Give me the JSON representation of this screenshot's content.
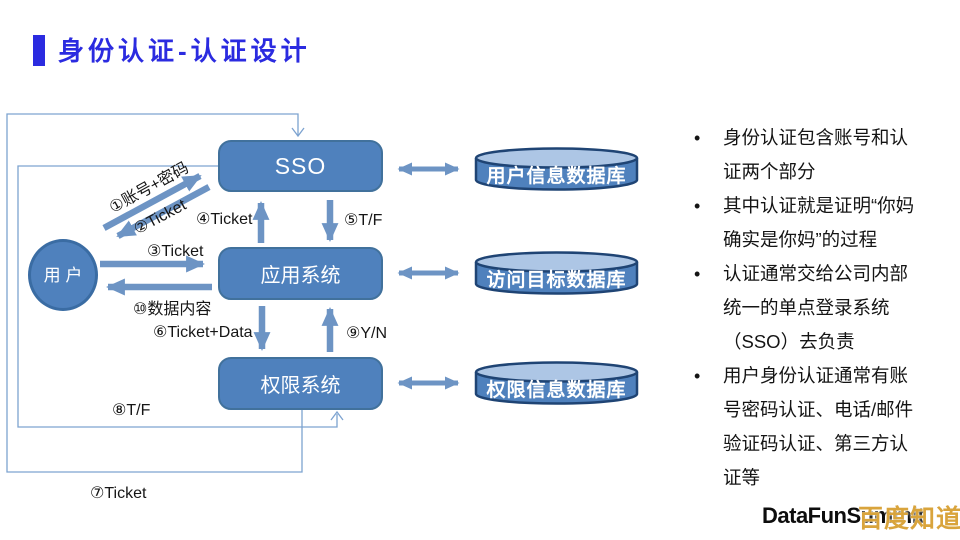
{
  "title": {
    "text": "身份认证-认证设计"
  },
  "diagram": {
    "nodes": {
      "user": {
        "label": "用 户"
      },
      "sso": {
        "label": "SSO"
      },
      "app": {
        "label": "应用系统"
      },
      "perm": {
        "label": "权限系统"
      },
      "db_user": {
        "label": "用户信息数据库"
      },
      "db_target": {
        "label": "访问目标数据库"
      },
      "db_perm": {
        "label": "权限信息数据库"
      }
    },
    "labels": {
      "l1": "①账号+密码",
      "l2": "②Ticket",
      "l3": "③Ticket",
      "l4": "④Ticket",
      "l5": "⑤T/F",
      "l6": "⑥Ticket+Data",
      "l7": "⑦Ticket",
      "l8": "⑧T/F",
      "l9": "⑨Y/N",
      "l10": "⑩数据内容"
    }
  },
  "panel": {
    "bullets": [
      "身份认证包含账号和认证两个部分",
      "其中认证就是证明“你妈确实是你妈”的过程",
      "认证通常交给公司内部统一的单点登录系统（SSO）去负责",
      "用户身份认证通常有账号密码认证、电话/邮件验证码认证、第三方认证等"
    ]
  },
  "footer": {
    "logo": "DataFunSummit",
    "watermark": "百度知道"
  },
  "colors": {
    "title_accent": "#2b2be0",
    "node_fill": "#4f81bd",
    "node_border": "#41719c",
    "cylinder_top": "#adc6e5",
    "cylinder_border": "#1f4474",
    "arrow": "#6d94c4",
    "thin_line": "#7da3d0",
    "watermark_gold": "#d9a43c"
  }
}
